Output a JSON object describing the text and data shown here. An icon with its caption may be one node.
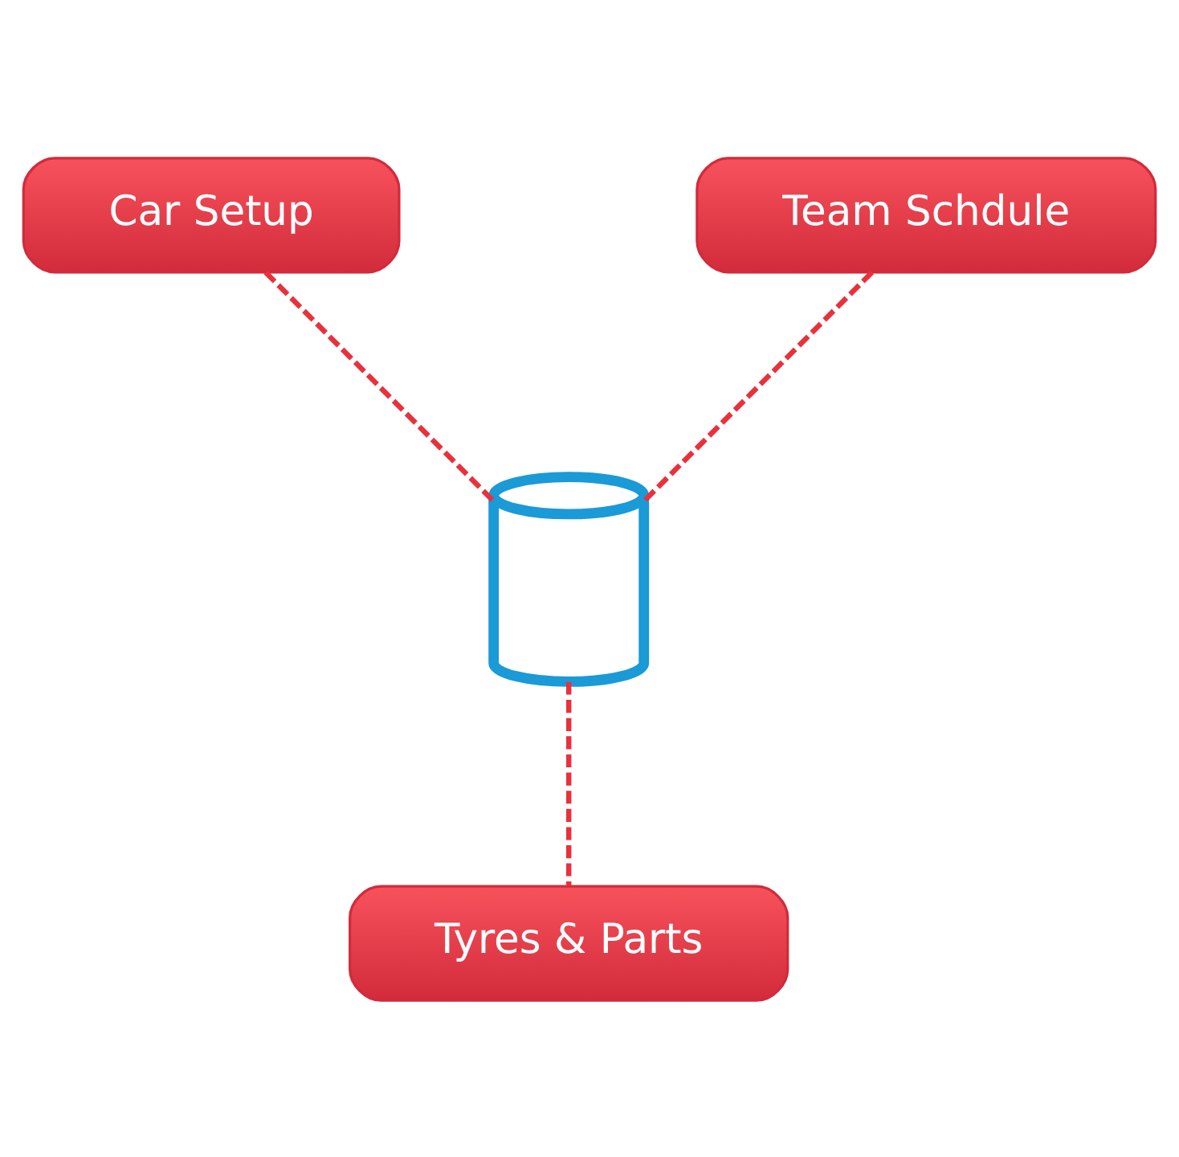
{
  "diagram": {
    "nodes": [
      {
        "text": [
          "Car Setup"
        ]
      },
      {
        "text": [
          "Team Schdule"
        ]
      },
      {
        "text": [],
        "shape": "cylinder"
      },
      {
        "text": [
          "Tyres & Parts"
        ]
      }
    ],
    "edges": [
      {
        "from": 0,
        "to": 2,
        "arrow": "none",
        "style": "dashed"
      },
      {
        "from": 1,
        "to": 2,
        "arrow": "none",
        "style": "dashed"
      },
      {
        "from": 2,
        "to": 3,
        "arrow": "none",
        "style": "dashed"
      }
    ]
  }
}
